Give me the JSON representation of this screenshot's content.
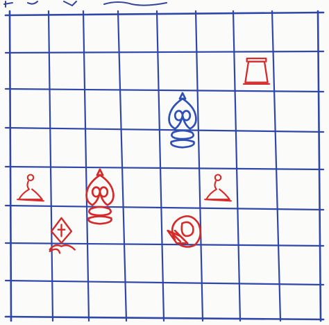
{
  "header": {
    "scribble": ""
  },
  "board": {
    "files": 8,
    "ranks": 8,
    "grid_color": "#2f47a8"
  },
  "colors": {
    "red": "#d42a2a",
    "blue": "#2f50b4"
  },
  "pieces": [
    {
      "name": "rook",
      "color": "red",
      "file": 7,
      "rank": 2,
      "icon": "rook-icon"
    },
    {
      "name": "king",
      "color": "blue",
      "file": 5,
      "rank": 3,
      "icon": "king-icon"
    },
    {
      "name": "pawn",
      "color": "red",
      "file": 1,
      "rank": 5,
      "icon": "pawn-icon"
    },
    {
      "name": "king",
      "color": "red",
      "file": 3,
      "rank": 5,
      "icon": "king-icon"
    },
    {
      "name": "pawn",
      "color": "red",
      "file": 6,
      "rank": 5,
      "icon": "pawn-icon"
    },
    {
      "name": "bishop",
      "color": "red",
      "file": 2,
      "rank": 6,
      "icon": "bishop-icon"
    },
    {
      "name": "knight",
      "color": "red",
      "file": 5,
      "rank": 6,
      "icon": "knight-icon"
    }
  ]
}
